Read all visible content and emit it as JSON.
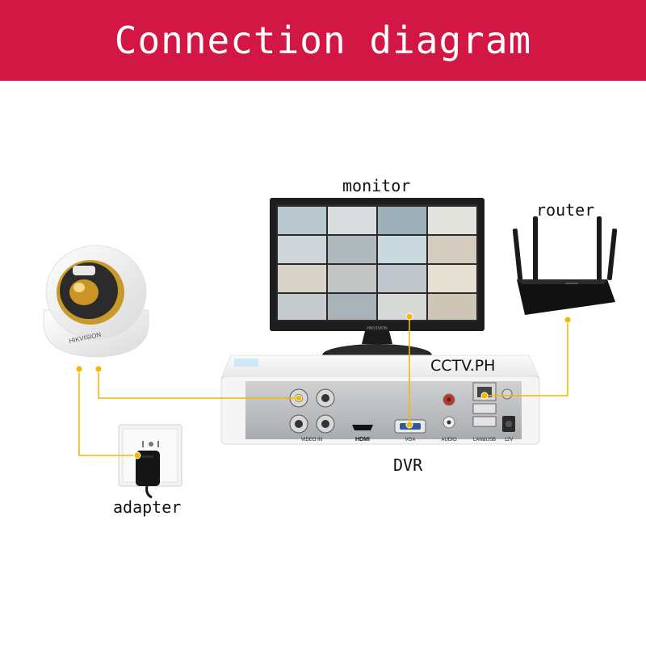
{
  "header": {
    "title": "Connection diagram"
  },
  "labels": {
    "monitor": "monitor",
    "router": "router",
    "dvr": "DVR",
    "adapter": "adapter",
    "watermark": "CCTV.PH"
  },
  "camera": {
    "brand": "HIKVISION"
  },
  "monitor": {
    "brand": "HIKVISION"
  },
  "dvr": {
    "ports": {
      "video_in": "VIDEO IN",
      "hdmi": "HDMI",
      "vga": "VGA",
      "audio": "AUDIO",
      "lan_usb": "LAN&USB",
      "power": "12V"
    }
  },
  "colors": {
    "banner": "#d31745",
    "wire": "#f5b800"
  }
}
